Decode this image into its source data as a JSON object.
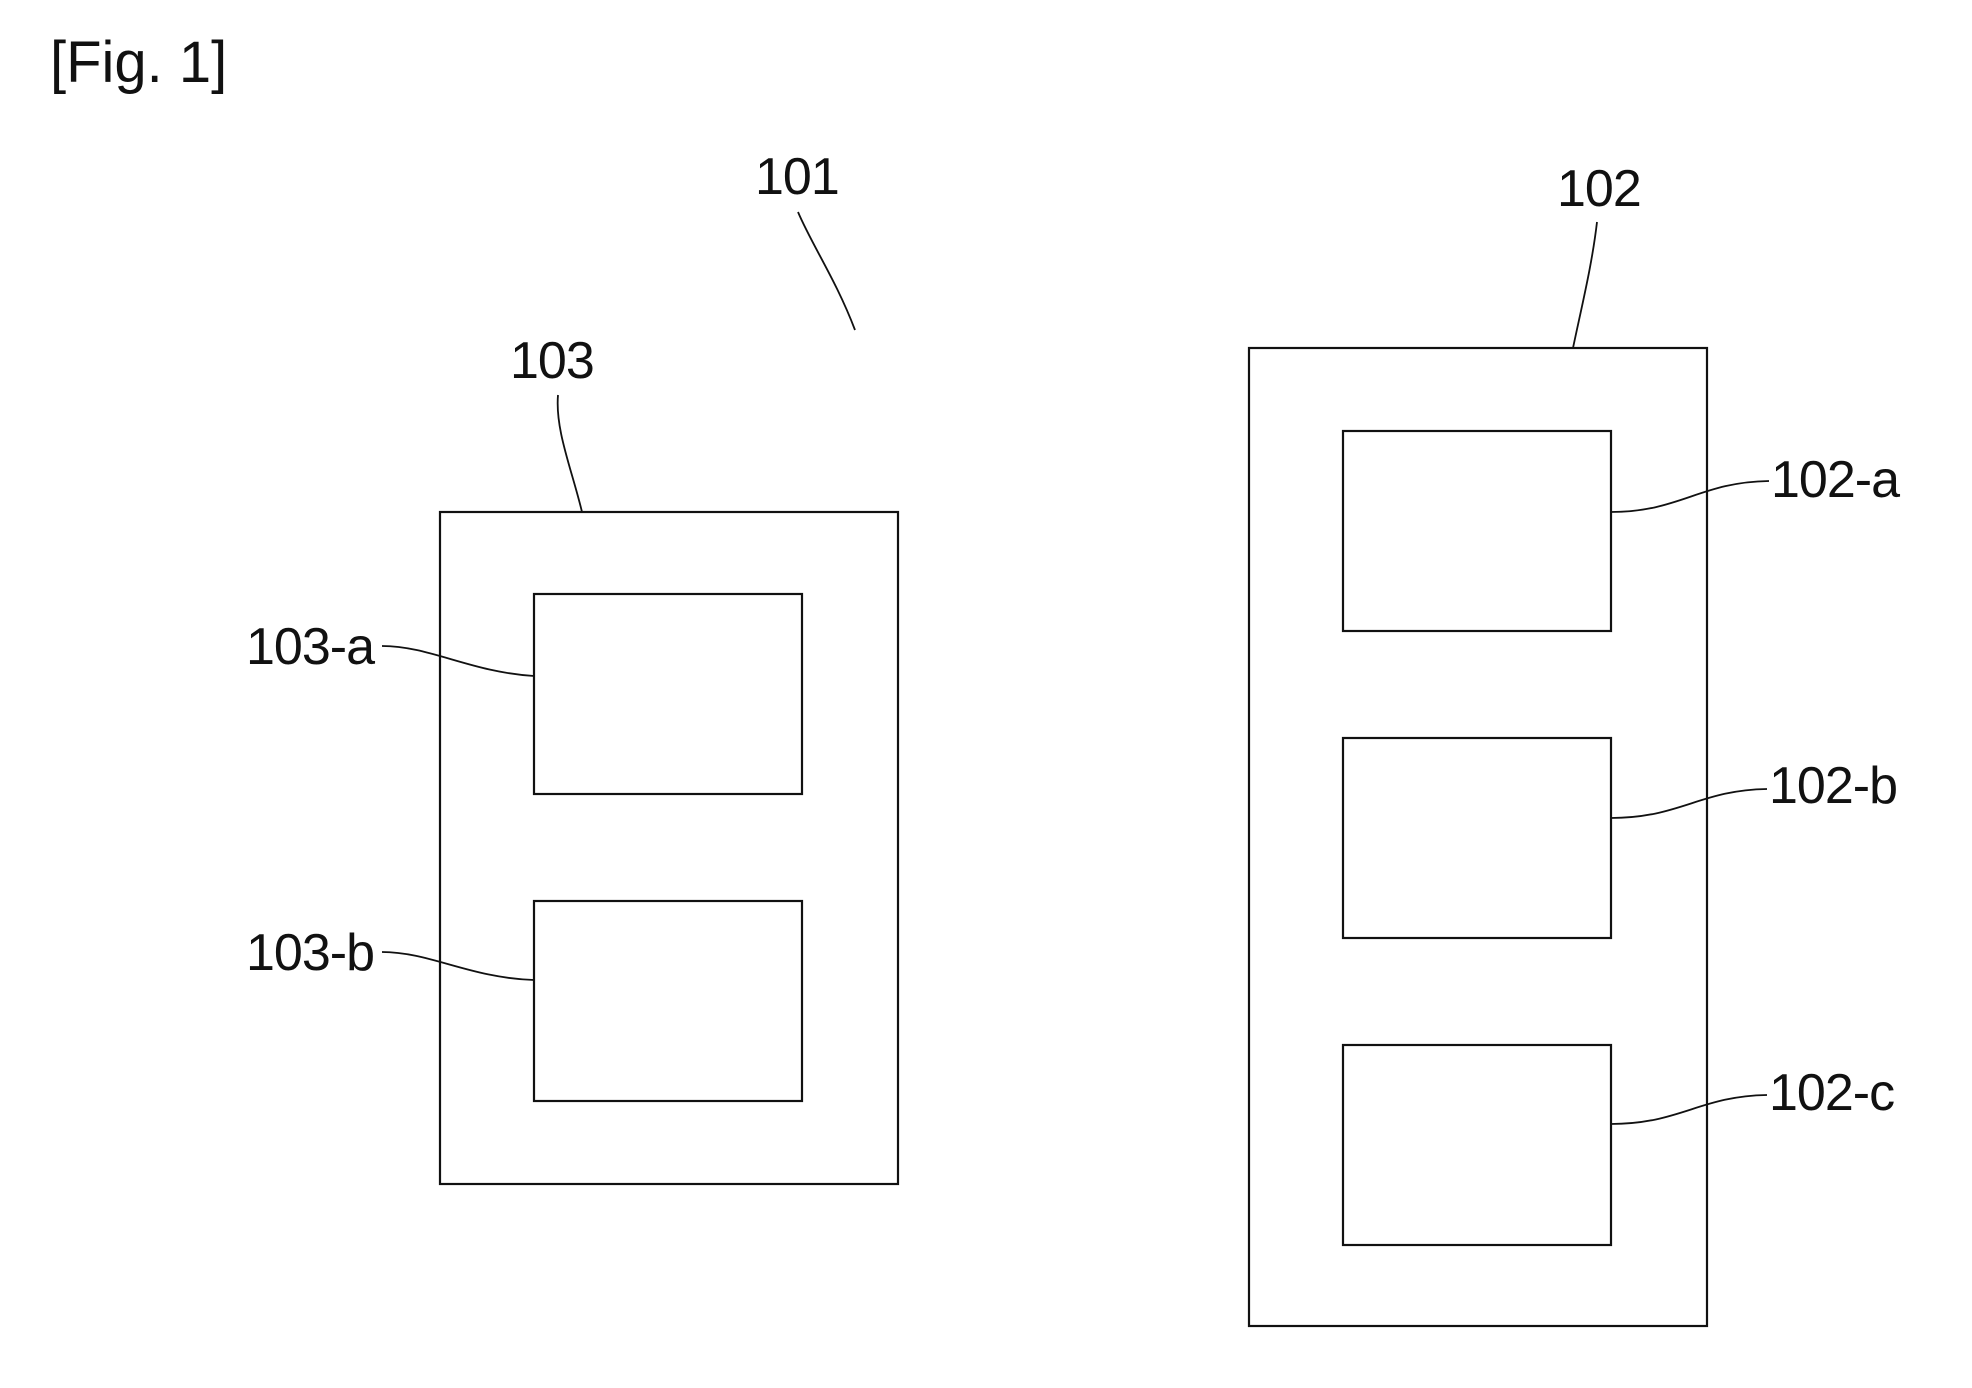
{
  "figure": {
    "title": "[Fig. 1]",
    "labels": {
      "system": "101",
      "device_right": "102",
      "device_left": "103",
      "r_a": "102-a",
      "r_b": "102-b",
      "r_c": "102-c",
      "l_a": "103-a",
      "l_b": "103-b"
    }
  }
}
